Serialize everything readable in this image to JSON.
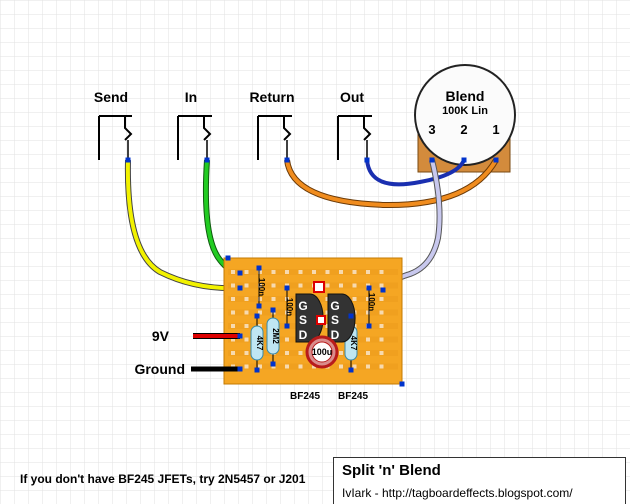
{
  "jacks": [
    {
      "label": "Send"
    },
    {
      "label": "In"
    },
    {
      "label": "Return"
    },
    {
      "label": "Out"
    }
  ],
  "pot": {
    "name": "Blend",
    "value": "100K Lin",
    "pins": [
      "3",
      "2",
      "1"
    ]
  },
  "power": {
    "v9": "9V",
    "ground": "Ground"
  },
  "components": {
    "cap_100n_a": "100n",
    "cap_100n_b": "100n",
    "cap_100n_c": "100n",
    "res_4k7_a": "4K7",
    "res_2m2": "2M2",
    "res_4k7_b": "4K7",
    "electrolytic": "100u"
  },
  "jfets": [
    {
      "pins": [
        "G",
        "S",
        "D"
      ],
      "label": "BF245"
    },
    {
      "pins": [
        "G",
        "S",
        "D"
      ],
      "label": "BF245"
    }
  ],
  "footnote": "If you don't have BF245 JFETs, try 2N5457 or J201",
  "title": "Split 'n' Blend",
  "credit": "IvIark - http://tagboardeffects.blogspot.com/",
  "colors": {
    "board": "#f5a623",
    "wire_yellow": "#f2f200",
    "wire_green": "#22cc22",
    "wire_orange": "#f08c1e",
    "wire_blue": "#1a2fb0",
    "wire_lavender": "#c8c8ee",
    "power_red": "#dd0000",
    "pad_blue": "#0033cc",
    "pot_body": "#d38b3c"
  }
}
